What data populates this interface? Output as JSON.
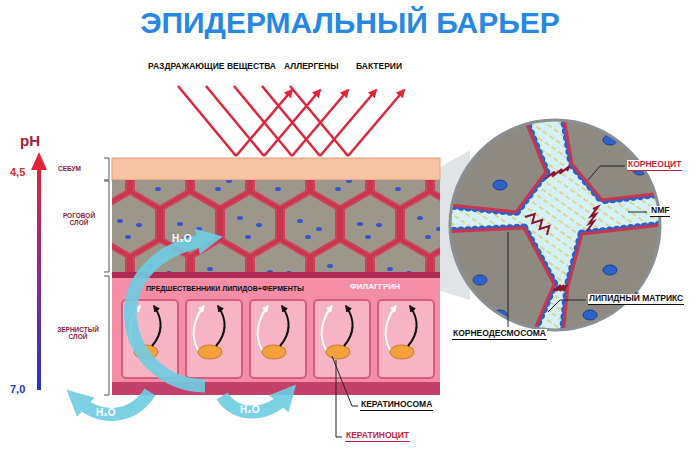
{
  "diagram": {
    "title": "ЭПИДЕРМАЛЬНЫЙ БАРЬЕР",
    "nodes": [
      {
        "text": [
          "ПРЕДШЕСТВЕННИКИ ЛИПИДОВ+ФЕРМЕНТЫ",
          "ФИЛАГГРИН"
        ]
      }
    ],
    "labels": [
      "РАЗДРАЖАЮЩИЕ ВЕЩЕСТВА",
      "АЛЛЕРГЕНЫ",
      "БАКТЕРИИ",
      "pH",
      "4,5",
      "7,0",
      "СЕБУМ",
      "РОГОВОЙ СЛОЙ",
      "ЗЕРНИСТЫЙ СЛОЙ",
      "H₂O",
      "H₂O",
      "H₂O",
      "КОРНЕОЦИТ",
      "NMF",
      "ЛИПИДНЫЙ МАТРИКС",
      "КОРНЕОДЕСМОСОМА",
      "КЕРАТИНОСОМА",
      "КЕРАТИНОЦИТ"
    ]
  }
}
